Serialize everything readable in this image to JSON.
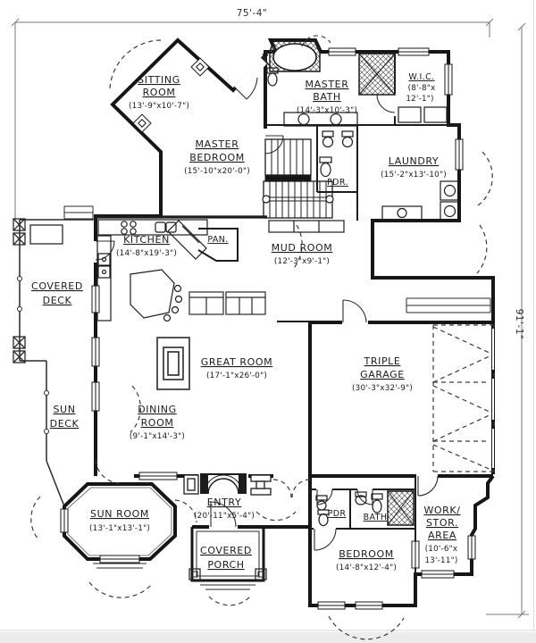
{
  "dimensions": {
    "top": "75'-4\"",
    "right": "91'-1\""
  },
  "rooms": {
    "sitting_room": {
      "name1": "SITTING",
      "name2": "ROOM",
      "dims": "(13'-9\"x10'-7\")"
    },
    "master_bath": {
      "name1": "MASTER",
      "name2": "BATH",
      "dims": "(14'-3\"x10'-3\")"
    },
    "wic": {
      "name": "W.I.C.",
      "dims1": "(8'-8\"x",
      "dims2": "12'-1\")"
    },
    "master_bedroom": {
      "name1": "MASTER",
      "name2": "BEDROOM",
      "dims": "(15'-10\"x20'-0\")"
    },
    "laundry": {
      "name": "LAUNDRY",
      "dims": "(15'-2\"x13'-10\")"
    },
    "powder_upper": {
      "name": "PDR."
    },
    "kitchen": {
      "name": "KITCHEN",
      "dims": "(14'-8\"x19'-3\")"
    },
    "pantry": {
      "name": "PAN."
    },
    "mud_room": {
      "name": "MUD ROOM",
      "dims": "(12'-3\"x9'-1\")"
    },
    "covered_deck": {
      "name1": "COVERED",
      "name2": "DECK"
    },
    "great_room": {
      "name": "GREAT ROOM",
      "dims": "(17'-1\"x26'-0\")"
    },
    "garage": {
      "name1": "TRIPLE",
      "name2": "GARAGE",
      "dims": "(30'-3\"x32'-9\")"
    },
    "sun_deck": {
      "name1": "SUN",
      "name2": "DECK"
    },
    "dining_room": {
      "name1": "DINING",
      "name2": "ROOM",
      "dims": "(9'-1\"x14'-3\")"
    },
    "sun_room": {
      "name": "SUN ROOM",
      "dims": "(13'-1\"x13'-1\")"
    },
    "entry": {
      "name": "ENTRY",
      "dims": "(20'-11\"x5'-4\")"
    },
    "powder_lower": {
      "name": "PDR"
    },
    "bath": {
      "name": "BATH"
    },
    "covered_porch": {
      "name1": "COVERED",
      "name2": "PORCH"
    },
    "bedroom": {
      "name": "BEDROOM",
      "dims": "(14'-8\"x12'-4\")"
    },
    "work_storage": {
      "name1": "WORK/",
      "name2": "STOR.",
      "name3": "AREA",
      "dims1": "(10'-6\"x",
      "dims2": "13'-11\")"
    }
  }
}
